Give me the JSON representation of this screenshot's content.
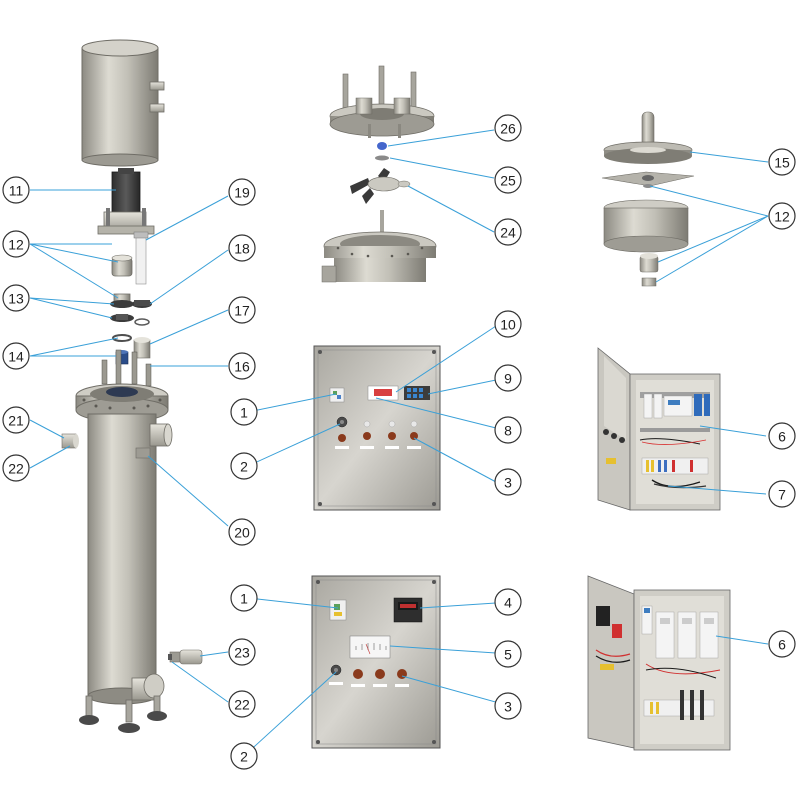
{
  "callouts": [
    {
      "id": "c11a",
      "label": "11"
    },
    {
      "id": "c12a",
      "label": "12"
    },
    {
      "id": "c13",
      "label": "13"
    },
    {
      "id": "c14",
      "label": "14"
    },
    {
      "id": "c21",
      "label": "21"
    },
    {
      "id": "c22a",
      "label": "22"
    },
    {
      "id": "c19",
      "label": "19"
    },
    {
      "id": "c18",
      "label": "18"
    },
    {
      "id": "c17",
      "label": "17"
    },
    {
      "id": "c16",
      "label": "16"
    },
    {
      "id": "c20",
      "label": "20"
    },
    {
      "id": "c23",
      "label": "23"
    },
    {
      "id": "c22b",
      "label": "22"
    },
    {
      "id": "c26",
      "label": "26"
    },
    {
      "id": "c25",
      "label": "25"
    },
    {
      "id": "c24",
      "label": "24"
    },
    {
      "id": "c15",
      "label": "15"
    },
    {
      "id": "c12b",
      "label": "12"
    },
    {
      "id": "c10",
      "label": "10"
    },
    {
      "id": "c9",
      "label": "9"
    },
    {
      "id": "c8",
      "label": "8"
    },
    {
      "id": "c3a",
      "label": "3"
    },
    {
      "id": "c1a",
      "label": "1"
    },
    {
      "id": "c2a",
      "label": "2"
    },
    {
      "id": "c6a",
      "label": "6"
    },
    {
      "id": "c7",
      "label": "7"
    },
    {
      "id": "c1b",
      "label": "1"
    },
    {
      "id": "c4",
      "label": "4"
    },
    {
      "id": "c5",
      "label": "5"
    },
    {
      "id": "c3b",
      "label": "3"
    },
    {
      "id": "c2b",
      "label": "2"
    },
    {
      "id": "c6b",
      "label": "6"
    }
  ],
  "colors": {
    "steel": "#b8b6ad",
    "steel_dark": "#8d8b82",
    "steel_light": "#e2e0d8",
    "leader": "#3aa0d8",
    "callout_stroke": "#333333",
    "lamp_button": "#8a3a1c",
    "display_blue": "#4aa3e0"
  }
}
